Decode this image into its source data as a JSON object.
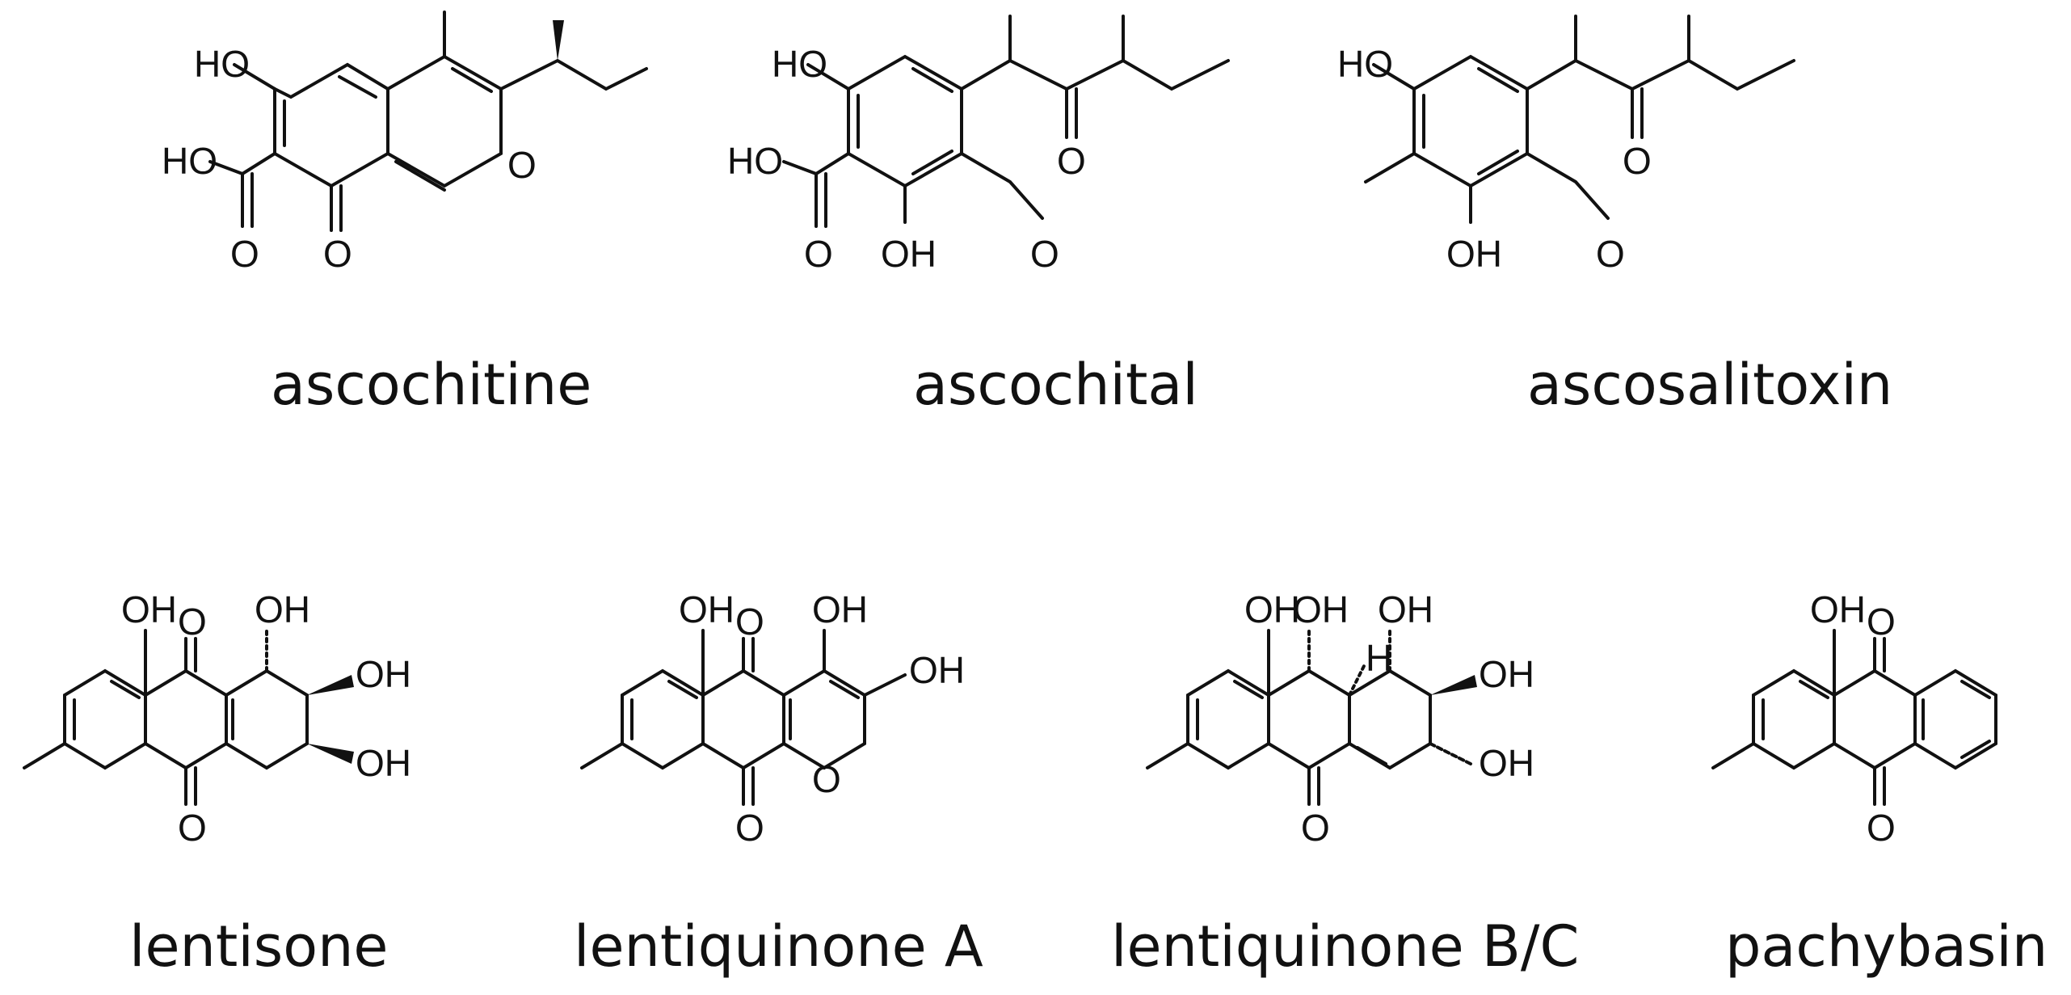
{
  "compounds": [
    {
      "name": "ascochitine"
    },
    {
      "name": "ascochital"
    },
    {
      "name": "ascosalitoxin"
    },
    {
      "name": "lentisone"
    },
    {
      "name": "lentiquinone A"
    },
    {
      "name": "lentiquinone B/C"
    },
    {
      "name": "pachybasin"
    }
  ],
  "labels": {
    "OH": "OH",
    "HO": "HO",
    "O": "O",
    "H": "H"
  }
}
